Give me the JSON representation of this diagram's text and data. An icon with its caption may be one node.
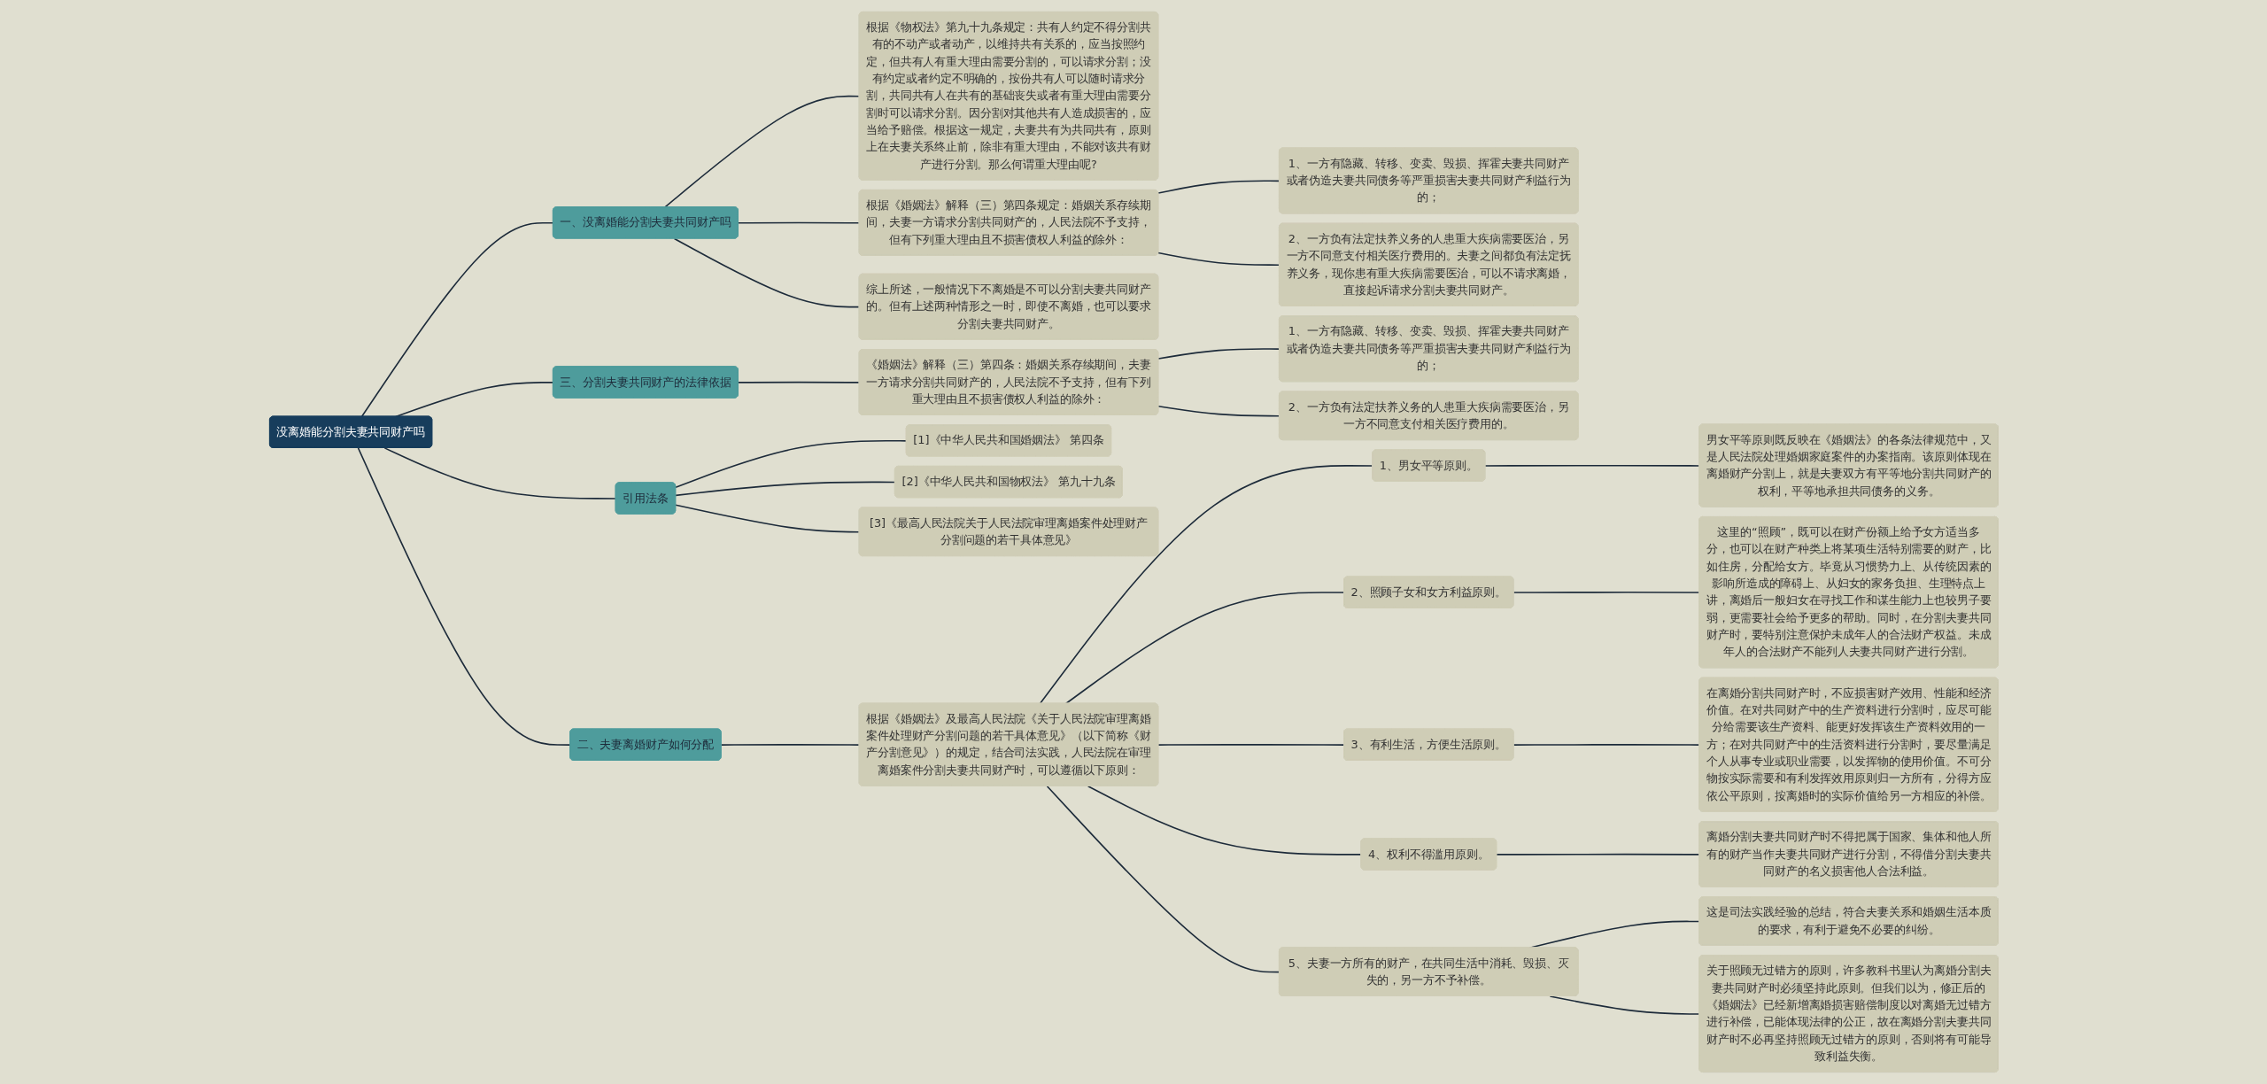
{
  "diagram": {
    "nodes": [
      {
        "text": [
          "没离婚能分割夫妻共同财产吗"
        ]
      },
      {
        "text": [
          "一、没离婚能分割夫妻共同财产吗"
        ]
      },
      {
        "text": [
          "根据《物权法》第九十九条规定：共有人约定不得分割共有的不动产或者动产，以维持共有关系的，应当按照约定，但共有人有重大理由需要分割的，可以请求分割；没有约定或者约定不明确的，按份共有人可以随时请求分割，共同共有人在共有的基础丧失或者有重大理由需要分割时可以请求分割。因分割对其他共有人造成损害的，应当给予赔偿。根据这一规定，夫妻共有为共同共有，原则上在夫妻关系终止前，除非有重大理由，不能对该共有财产进行分割。那么何谓重大理由呢?"
        ]
      },
      {
        "text": [
          "根据《婚姻法》解释（三）第四条规定：婚姻关系存续期间，夫妻一方请求分割共同财产的，人民法院不予支持，但有下列重大理由且不损害债权人利益的除外："
        ]
      },
      {
        "text": [
          "1、一方有隐藏、转移、变卖、毁损、挥霍夫妻共同财产或者伪造夫妻共同债务等严重损害夫妻共同财产利益行为的；"
        ]
      },
      {
        "text": [
          "2、一方负有法定扶养义务的人患重大疾病需要医治，另一方不同意支付相关医疗费用的。夫妻之间都负有法定抚养义务，现你患有重大疾病需要医治，可以不请求离婚，直接起诉请求分割夫妻共同财产。"
        ]
      },
      {
        "text": [
          "综上所述，一般情况下不离婚是不可以分割夫妻共同财产的。但有上述两种情形之一时，即使不离婚，也可以要求分割夫妻共同财产。"
        ]
      },
      {
        "text": [
          "三、分割夫妻共同财产的法律依据"
        ]
      },
      {
        "text": [
          "《婚姻法》解释（三）第四条：婚姻关系存续期间，夫妻一方请求分割共同财产的，人民法院不予支持，但有下列重大理由且不损害债权人利益的除外："
        ]
      },
      {
        "text": [
          "1、一方有隐藏、转移、变卖、毁损、挥霍夫妻共同财产或者伪造夫妻共同债务等严重损害夫妻共同财产利益行为的；"
        ]
      },
      {
        "text": [
          "2、一方负有法定扶养义务的人患重大疾病需要医治，另一方不同意支付相关医疗费用的。"
        ]
      },
      {
        "text": [
          "二、夫妻离婚财产如何分配"
        ]
      },
      {
        "text": [
          "根据《婚姻法》及最高人民法院《关于人民法院审理离婚案件处理财产分割问题的若干具体意见》（以下简称《财产分割意见》）的规定，结合司法实践，人民法院在审理离婚案件分割夫妻共同财产时，可以遵循以下原则："
        ]
      },
      {
        "text": [
          "1、男女平等原则。"
        ]
      },
      {
        "text": [
          "男女平等原则既反映在《婚姻法》的各条法律规范中，又是人民法院处理婚姻家庭案件的办案指南。该原则体现在离婚财产分割上，就是夫妻双方有平等地分割共同财产的权利，平等地承担共同债务的义务。"
        ]
      },
      {
        "text": [
          "2、照顾子女和女方利益原则。"
        ]
      },
      {
        "text": [
          "这里的“照顾”，既可以在财产份额上给予女方适当多分，也可以在财产种类上将某项生活特别需要的财产，比如住房，分配给女方。毕竟从习惯势力上、从传统因素的影响所造成的障碍上、从妇女的家务负担、生理特点上讲，离婚后一般妇女在寻找工作和谋生能力上也较男子要弱，更需要社会给予更多的帮助。同时，在分割夫妻共同财产时，要特别注意保护未成年人的合法财产权益。未成年人的合法财产不能列人夫妻共同财产进行分割。"
        ]
      },
      {
        "text": [
          "3、有利生活，方便生活原则。"
        ]
      },
      {
        "text": [
          "在离婚分割共同财产时，不应损害财产效用、性能和经济价值。在对共同财产中的生产资料进行分割时，应尽可能分给需要该生产资料、能更好发挥该生产资料效用的一方；在对共同财产中的生活资料进行分割时，要尽量满足个人从事专业或职业需要，以发挥物的使用价值。不可分物按实际需要和有利发挥效用原则归一方所有，分得方应依公平原则，按离婚时的实际价值给另一方相应的补偿。"
        ]
      },
      {
        "text": [
          "4、权利不得滥用原则。"
        ]
      },
      {
        "text": [
          "离婚分割夫妻共同财产时不得把属于国家、集体和他人所有的财产当作夫妻共同财产进行分割，不得借分割夫妻共同财产的名义损害他人合法利益。"
        ]
      },
      {
        "text": [
          "5、夫妻一方所有的财产，在共同生活中消耗、毁损、灭失的，另一方不予补偿。"
        ]
      },
      {
        "text": [
          "这是司法实践经验的总结，符合夫妻关系和婚姻生活本质的要求，有利于避免不必要的纠纷。"
        ]
      },
      {
        "text": [
          "关于照顾无过错方的原则，许多教科书里认为离婚分割夫妻共同财产时必须坚持此原则。但我们以为，修正后的《婚姻法》已经新增离婚损害赔偿制度以对离婚无过错方进行补偿，已能体现法律的公正，故在离婚分割夫妻共同财产时不必再坚持照顾无过错方的原则，否则将有可能导致利益失衡。"
        ]
      },
      {
        "text": [
          "引用法条"
        ]
      },
      {
        "text": [
          "[1]《中华人民共和国婚姻法》 第四条"
        ]
      },
      {
        "text": [
          "[2]《中华人民共和国物权法》 第九十九条"
        ]
      },
      {
        "text": [
          "[3]《最高人民法院关于人民法院审理离婚案件处理财产分割问题的若干具体意见》"
        ]
      }
    ],
    "edges": [
      {
        "from": 0,
        "to": 1,
        "arrow": "none"
      },
      {
        "from": 1,
        "to": 2,
        "arrow": "none"
      },
      {
        "from": 1,
        "to": 3,
        "arrow": "none"
      },
      {
        "from": 3,
        "to": 4,
        "arrow": "none"
      },
      {
        "from": 3,
        "to": 5,
        "arrow": "none"
      },
      {
        "from": 1,
        "to": 6,
        "arrow": "none"
      },
      {
        "from": 0,
        "to": 7,
        "arrow": "none"
      },
      {
        "from": 7,
        "to": 8,
        "arrow": "none"
      },
      {
        "from": 8,
        "to": 9,
        "arrow": "none"
      },
      {
        "from": 8,
        "to": 10,
        "arrow": "none"
      },
      {
        "from": 0,
        "to": 11,
        "arrow": "none"
      },
      {
        "from": 11,
        "to": 12,
        "arrow": "none"
      },
      {
        "from": 12,
        "to": 13,
        "arrow": "none"
      },
      {
        "from": 13,
        "to": 14,
        "arrow": "none"
      },
      {
        "from": 12,
        "to": 15,
        "arrow": "none"
      },
      {
        "from": 15,
        "to": 16,
        "arrow": "none"
      },
      {
        "from": 12,
        "to": 17,
        "arrow": "none"
      },
      {
        "from": 17,
        "to": 18,
        "arrow": "none"
      },
      {
        "from": 12,
        "to": 19,
        "arrow": "none"
      },
      {
        "from": 19,
        "to": 20,
        "arrow": "none"
      },
      {
        "from": 12,
        "to": 21,
        "arrow": "none"
      },
      {
        "from": 21,
        "to": 22,
        "arrow": "none"
      },
      {
        "from": 21,
        "to": 23,
        "arrow": "none"
      },
      {
        "from": 0,
        "to": 24,
        "arrow": "none"
      },
      {
        "from": 24,
        "to": 25,
        "arrow": "none"
      },
      {
        "from": 24,
        "to": 26,
        "arrow": "none"
      },
      {
        "from": 24,
        "to": 27,
        "arrow": "none"
      }
    ]
  }
}
